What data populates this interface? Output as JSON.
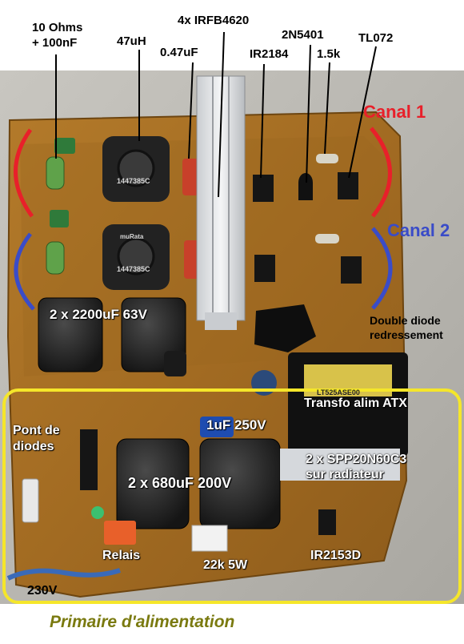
{
  "labels": {
    "resistor_cap": "10 Ohms\n+ 100nF",
    "inductor": "47uH",
    "mosfets": "4x IRFB4620",
    "cap_047": "0.47uF",
    "ir2184": "IR2184",
    "transistor": "2N5401",
    "r_15k": "1.5k",
    "tl072": "TL072",
    "canal1": "Canal 1",
    "canal2": "Canal 2",
    "caps_2200": "2 x 2200uF 63V",
    "double_diode": "Double diode\nredressement",
    "transfo": "Transfo alim ATX",
    "pont": "Pont de\ndiodes",
    "cap_1uf": "1uF 250V",
    "caps_680": "2 x 680uF 200V",
    "spp": "2 x SPP20N60C3\nsur radiateur",
    "relais": "Relais",
    "r_22k": "22k 5W",
    "ir2153": "IR2153D",
    "v230": "230V",
    "caption": "Primaire d'alimentation"
  },
  "component_markings": {
    "inductor_top": "1447385C",
    "inductor_bottom": "1447385C",
    "inductor_brand": "muRata",
    "transfo_code": "LT525ASE00"
  },
  "colors": {
    "canal1": "#e8202a",
    "canal2": "#3a4cc8",
    "highlight_box": "#f5e62a",
    "caption": "#7a7a10"
  }
}
